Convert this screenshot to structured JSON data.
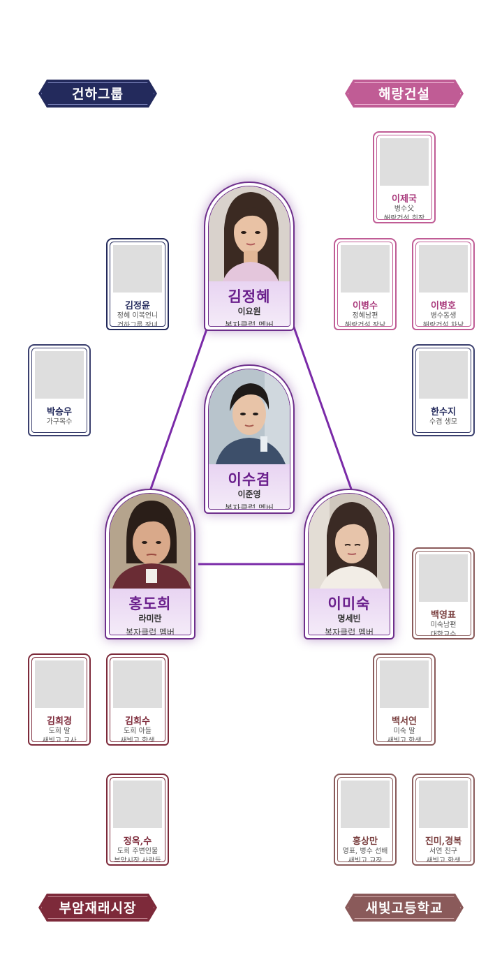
{
  "groups": {
    "geonha": "건하그룹",
    "haerang": "해랑건설",
    "buam": "부암재래시장",
    "saebit": "새빛고등학교"
  },
  "colors": {
    "navy": "#232a5c",
    "pink": "#c05c95",
    "maroon": "#7d2a3a",
    "rose": "#8a5a5a",
    "purple": "#6e2f8c"
  },
  "main": {
    "kim": {
      "name": "김정혜",
      "actor": "이요원",
      "role": "복자클럽 멤버"
    },
    "lee_sugyeom": {
      "name": "이수겸",
      "actor": "이준영",
      "role": "복자클럽 멤버"
    },
    "hong": {
      "name": "홍도희",
      "actor": "라미란",
      "role": "복자클럽 멤버"
    },
    "lee_misuk": {
      "name": "이미숙",
      "actor": "명세빈",
      "role": "복자클럽 멤버"
    }
  },
  "cards": {
    "jegook": {
      "name": "이제국",
      "role1": "병수父",
      "role2": "해랑건설 회장"
    },
    "kimjungyun": {
      "name": "김정윤",
      "role1": "정혜 이복언니",
      "role2": "건하그룹 장녀"
    },
    "byungsu": {
      "name": "이병수",
      "role1": "정혜남편",
      "role2": "해랑건설 장남"
    },
    "byungho": {
      "name": "이병호",
      "role1": "병수동생",
      "role2": "해랑건설 차남"
    },
    "seungwoo": {
      "name": "박승우",
      "role1": "가구목수",
      "role2": ""
    },
    "suji": {
      "name": "한수지",
      "role1": "수겸 생모",
      "role2": ""
    },
    "youngpyo": {
      "name": "백영표",
      "role1": "미숙남편",
      "role2": "대학교수"
    },
    "huikyung": {
      "name": "김희경",
      "role1": "도희 딸",
      "role2": "새빛고 교사"
    },
    "huisu": {
      "name": "김희수",
      "role1": "도희 아들",
      "role2": "새빛고 학생"
    },
    "seoyeon": {
      "name": "백서연",
      "role1": "미숙 딸",
      "role2": "새빛고 학생"
    },
    "jeongok": {
      "name": "정옥,수",
      "role1": "도희 주변인물",
      "role2": "부암시장 사람들"
    },
    "sangman": {
      "name": "홍상만",
      "role1": "영표, 병수 선배",
      "role2": "새빛고 교장"
    },
    "jinmi": {
      "name": "진미,경복",
      "role1": "서연 친구",
      "role2": "새빛고 학생"
    }
  }
}
